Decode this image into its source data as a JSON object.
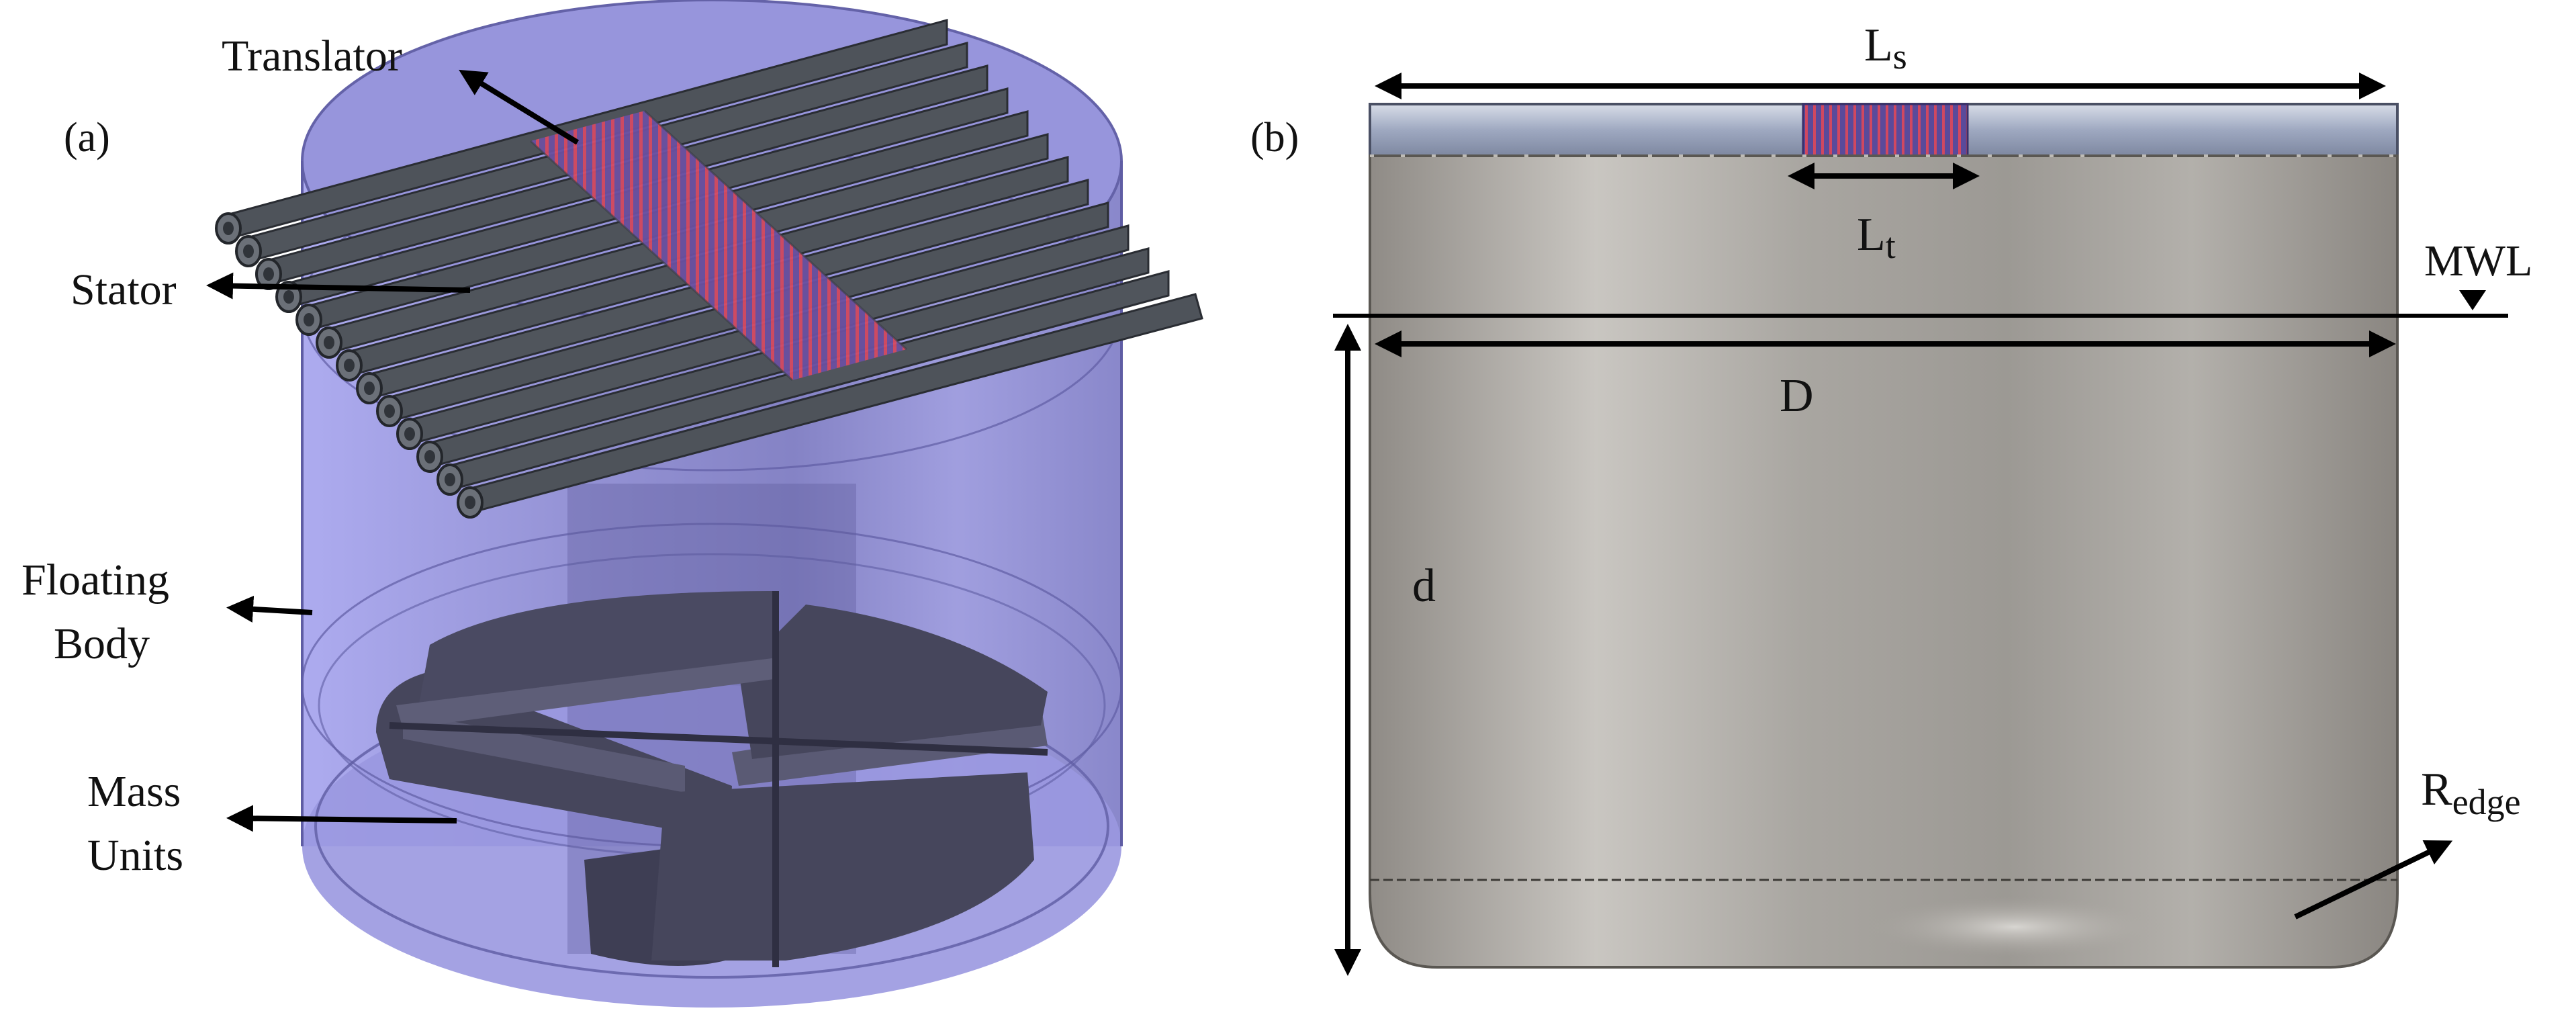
{
  "panel_a": {
    "label": "(a)",
    "translator": "Translator",
    "stator": "Stator",
    "floating_body_line1": "Floating",
    "floating_body_line2": "Body",
    "mass_units_line1": "Mass",
    "mass_units_line2": "Units"
  },
  "panel_b": {
    "label": "(b)",
    "ls_main": "L",
    "ls_sub": "s",
    "lt_main": "L",
    "lt_sub": "t",
    "mwl": "MWL",
    "diameter": "D",
    "draft": "d",
    "redge_main": "R",
    "redge_sub": "edge"
  },
  "colors": {
    "body_translucent": "#8c8cd8",
    "body_gray": "#a8a49f",
    "stator_tube": "#4d5258",
    "translator_coil": "#c8425a",
    "mass_unit": "#4a4a62",
    "stator_bar": "#a4b0c8"
  }
}
